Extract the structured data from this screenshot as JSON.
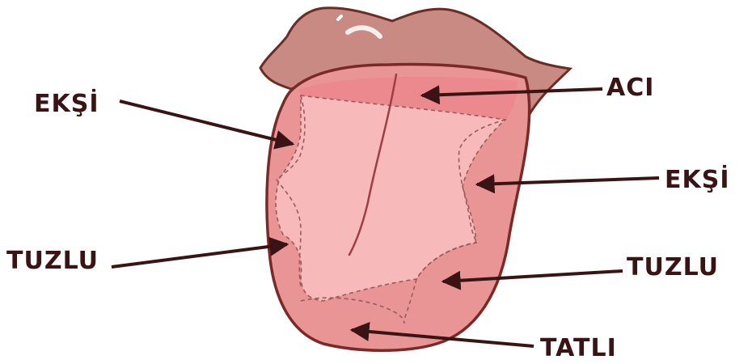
{
  "labels": {
    "bitter": "ACI",
    "sour_left": "EKŞİ",
    "sour_right": "EKŞİ",
    "salty_left": "TUZLU",
    "salty_right": "TUZLU",
    "sweet": "TATLI"
  },
  "colors": {
    "lip": "#c98a84",
    "lip_outline": "#6b2c24",
    "tongue_outer": "#e99596",
    "tongue_inner": "#f7b9b9",
    "tongue_outline": "#7a2a26",
    "bitter_zone": "#ef7f88",
    "arrow": "#3a1414",
    "dash": "#9b5a5a"
  }
}
